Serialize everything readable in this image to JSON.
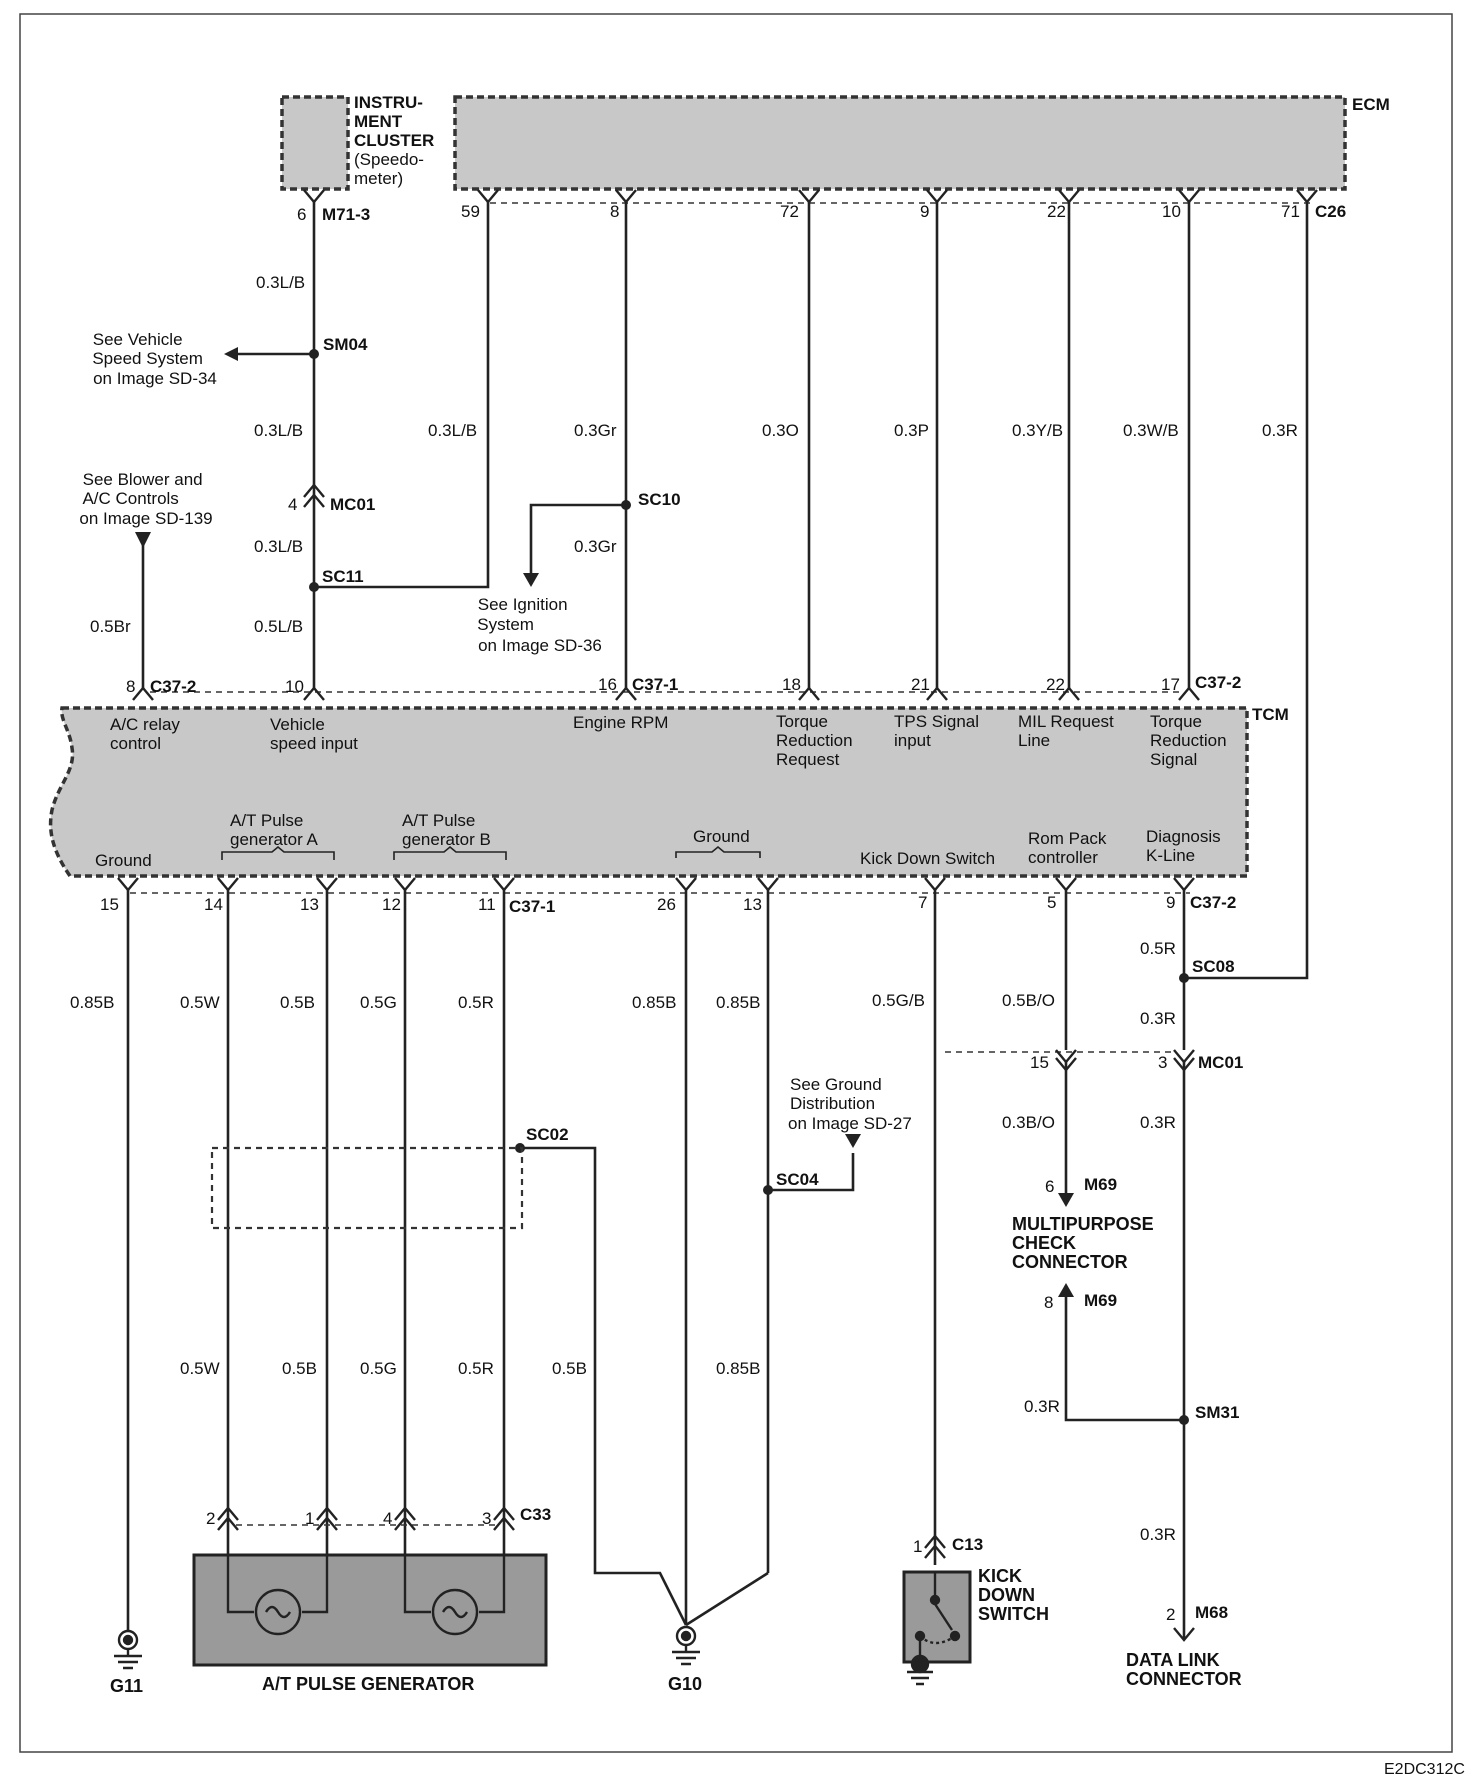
{
  "components": {
    "instrument_cluster": [
      "INSTRU-",
      "MENT",
      "CLUSTER",
      "(Speedo-",
      "meter)"
    ],
    "ecm": "ECM",
    "tcm": "TCM",
    "at_pulse_generator": "A/T PULSE GENERATOR",
    "kick_down_switch": [
      "KICK",
      "DOWN",
      "SWITCH"
    ],
    "multipurpose_check_connector": [
      "MULTIPURPOSE",
      "CHECK",
      "CONNECTOR"
    ],
    "data_link_connector": [
      "DATA LINK",
      "CONNECTOR"
    ]
  },
  "connectors": {
    "m71_3": "M71-3",
    "c26": "C26",
    "c37_2_top": "C37-2",
    "c37_1_top": "C37-1",
    "c37_2_right": "C37-2",
    "c37_1_bottom": "C37-1",
    "c37_2_bottom": "C37-2",
    "mc01_left": "MC01",
    "mc01_right": "MC01",
    "m69_a": "M69",
    "m69_b": "M69",
    "c33": "C33",
    "c13": "C13",
    "m68": "M68"
  },
  "splices": {
    "sm04": "SM04",
    "sc10": "SC10",
    "sc11": "SC11",
    "sc08": "SC08",
    "sc02": "SC02",
    "sc04": "SC04",
    "sm31": "SM31"
  },
  "grounds": {
    "g11": "G11",
    "g10": "G10"
  },
  "references": {
    "vehicle_speed": [
      "See Vehicle",
      "Speed System",
      "on Image SD-34"
    ],
    "blower": [
      "See Blower and",
      "A/C Controls",
      "on Image SD-139"
    ],
    "ignition": [
      "See Ignition",
      "System",
      "on Image SD-36"
    ],
    "ground_dist": [
      "See Ground",
      "Distribution",
      "on Image SD-27"
    ]
  },
  "ecm_pins": [
    "59",
    "8",
    "72",
    "9",
    "22",
    "10",
    "71"
  ],
  "tcm_top_pins": [
    "8",
    "10",
    "16",
    "18",
    "21",
    "22",
    "17"
  ],
  "tcm_bottom_pins": [
    "15",
    "14",
    "13",
    "12",
    "11",
    "26",
    "13",
    "7",
    "5",
    "9"
  ],
  "misc_pins": {
    "cluster_pin": "6",
    "mc01_left_pin": "4",
    "mc01_right_pin": "3",
    "mc01_15": "15",
    "m69_6": "6",
    "m69_8": "8",
    "c33_2": "2",
    "c33_1": "1",
    "c33_4": "4",
    "c33_3": "3",
    "c13_1": "1",
    "m68_2": "2"
  },
  "tcm_functions": {
    "ac_relay": [
      "A/C relay",
      "control"
    ],
    "vehicle_speed": [
      "Vehicle",
      "speed input"
    ],
    "engine_rpm": "Engine RPM",
    "torque_req": [
      "Torque",
      "Reduction",
      "Request"
    ],
    "tps": [
      "TPS Signal",
      "input"
    ],
    "mil": [
      "MIL Request",
      "Line"
    ],
    "torque_sig": [
      "Torque",
      "Reduction",
      "Signal"
    ],
    "ground_left": "Ground",
    "pulse_a": [
      "A/T Pulse",
      "generator A"
    ],
    "pulse_b": [
      "A/T Pulse",
      "generator B"
    ],
    "ground_mid": "Ground",
    "kick_down": "Kick Down Switch",
    "rom_pack": [
      "Rom Pack",
      "controller"
    ],
    "diagnosis": [
      "Diagnosis",
      "K-Line"
    ]
  },
  "wire_labels": {
    "w_03lb_1": "0.3L/B",
    "w_03lb_2": "0.3L/B",
    "w_03lb_3": "0.3L/B",
    "w_05lb": "0.5L/B",
    "w_03lb_59": "0.3L/B",
    "w_03gr_1": "0.3Gr",
    "w_03gr_2": "0.3Gr",
    "w_03o": "0.3O",
    "w_03p": "0.3P",
    "w_03yb": "0.3Y/B",
    "w_03wb": "0.3W/B",
    "w_03r_ecm": "0.3R",
    "w_05br": "0.5Br",
    "w_085b_g11": "0.85B",
    "w_05w_1": "0.5W",
    "w_05b_1": "0.5B",
    "w_05g_1": "0.5G",
    "w_05r_1": "0.5R",
    "w_085b_26": "0.85B",
    "w_085b_13": "0.85B",
    "w_05gb": "0.5G/B",
    "w_05bo": "0.5B/O",
    "w_05r_diag": "0.5R",
    "w_03r_sc08": "0.3R",
    "w_03bo": "0.3B/O",
    "w_03r_mc01": "0.3R",
    "w_05w_2": "0.5W",
    "w_05b_2": "0.5B",
    "w_05g_2": "0.5G",
    "w_05r_2": "0.5R",
    "w_05b_sc02": "0.5B",
    "w_085b_sc04": "0.85B",
    "w_03r_m69": "0.3R",
    "w_03r_m68": "0.3R"
  },
  "figure_id": "E2DC312C"
}
